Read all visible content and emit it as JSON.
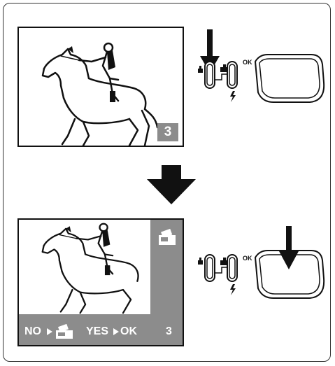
{
  "step1": {
    "frame_number": "3",
    "buttons": {
      "ok_label": "OK"
    }
  },
  "step2": {
    "prompt": {
      "no_label": "NO",
      "yes_label": "YES",
      "ok_label": "OK",
      "frame_number": "3"
    },
    "buttons": {
      "ok_label": "OK"
    }
  },
  "colors": {
    "ink": "#111111",
    "screen_gray": "#8c8c8c"
  },
  "icons": [
    "horse-rider-illustration",
    "camera-mode-icon",
    "flash-icon",
    "down-arrow-icon",
    "transition-arrow-icon",
    "triangle-pointer-icon"
  ]
}
